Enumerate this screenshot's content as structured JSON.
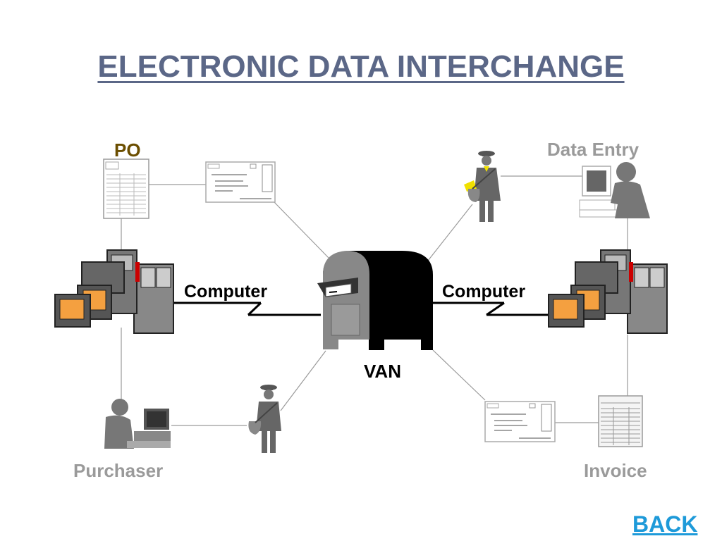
{
  "title": "ELECTRONIC DATA INTERCHANGE",
  "labels": {
    "po": "PO",
    "data_entry": "Data Entry",
    "purchaser": "Purchaser",
    "invoice": "Invoice",
    "computer_left": "Computer",
    "computer_right": "Computer",
    "van": "VAN"
  },
  "nav": {
    "back": "BACK"
  },
  "colors": {
    "title": "#5b6787",
    "po": "#6b4e00",
    "muted": "#9a9a9a",
    "link": "#1e9ad9"
  },
  "icons": [
    "document-icon",
    "envelope-icon",
    "mailman-icon",
    "mailbox-icon",
    "computer-system-icon",
    "person-at-terminal-icon"
  ]
}
